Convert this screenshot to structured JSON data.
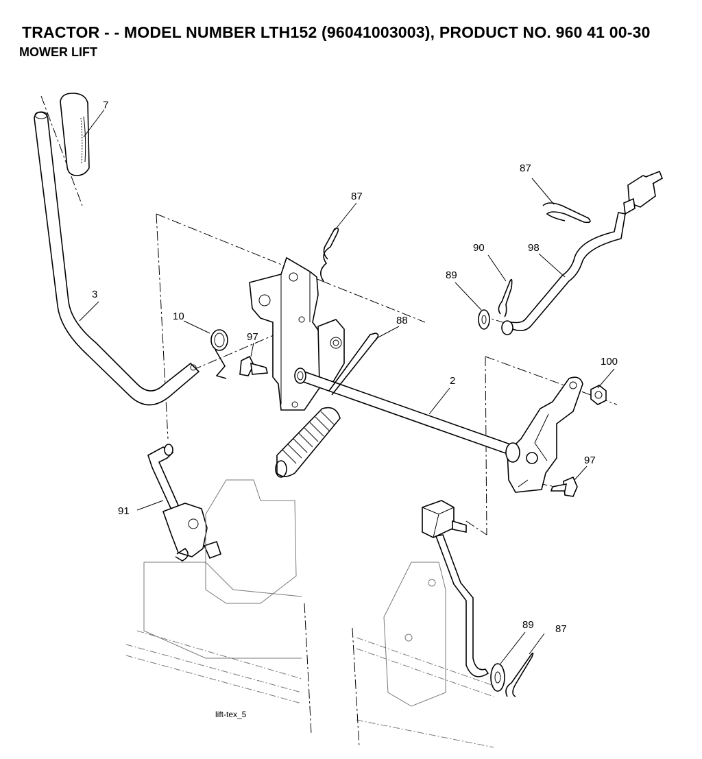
{
  "header": {
    "title": "TRACTOR - - MODEL NUMBER LTH152 (96041003003), PRODUCT NO. 960 41 00-30",
    "subtitle": "MOWER LIFT"
  },
  "figure": {
    "reference": "lift-tex_5",
    "callouts": {
      "c7": "7",
      "c3": "3",
      "c87a": "87",
      "c87b": "87",
      "c87c": "87",
      "c90": "90",
      "c98": "98",
      "c89a": "89",
      "c89b": "89",
      "c10": "10",
      "c97a": "97",
      "c97b": "97",
      "c88": "88",
      "c2": "2",
      "c100": "100",
      "c91": "91"
    }
  }
}
